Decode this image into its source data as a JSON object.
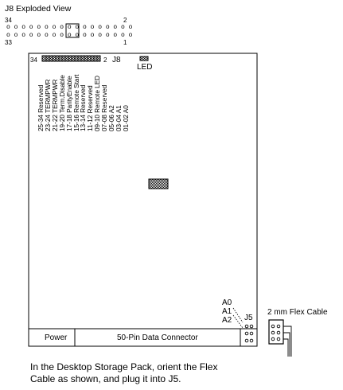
{
  "exploded_view": {
    "title": "J8  Exploded View",
    "pin_top_left": "34",
    "pin_top_right": "2",
    "pin_bottom_left": "33",
    "pin_bottom_right": "1"
  },
  "board": {
    "j8_left_pin": "34",
    "j8_right_pin": "2",
    "j8_label": "J8",
    "led_label": "LED",
    "jumper_settings": [
      "25-34 Reserved",
      "23-24 TERMPWR",
      "21-22 TERMPWR",
      "19-20 Term.Disable",
      "17-18 ParityEnable",
      "15-16 Remote Start",
      "13-14 Reserved",
      "11-12 Reserved",
      "09-10 Remote LED",
      "07-08 Reserved",
      "05-06 A2",
      "03-04 A1",
      "01-02 A0"
    ],
    "address_labels": [
      "A0",
      "A1",
      "A2"
    ],
    "j5_label": "J5",
    "power_label": "Power",
    "data_connector_label": "50-Pin Data Connector"
  },
  "flex_cable": {
    "label": "2 mm Flex Cable"
  },
  "caption": {
    "line1": "In the Desktop Storage Pack, orient the Flex",
    "line2": "Cable as shown, and plug it into J5."
  }
}
